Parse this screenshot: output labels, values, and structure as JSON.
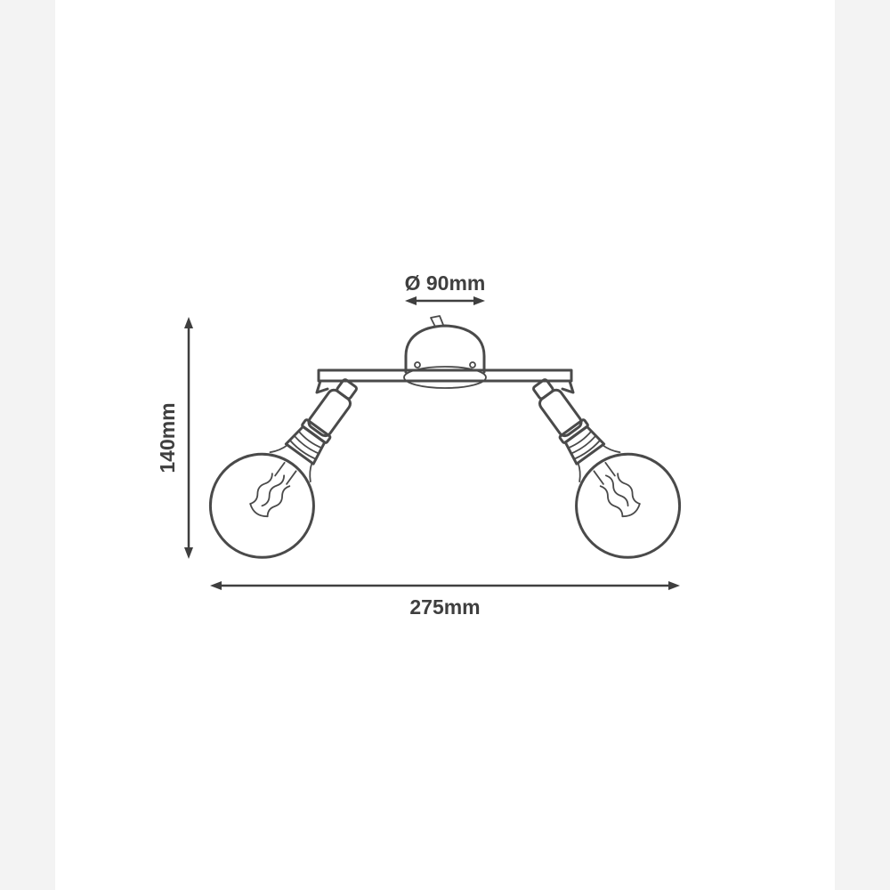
{
  "colors": {
    "page_background": "#f3f3f3",
    "canvas_background": "#ffffff",
    "line": "#4a4a4a",
    "text": "#3f3f3f"
  },
  "diagram": {
    "type": "technical-dimension-drawing",
    "subject": "two-light ceiling spotlight fixture with globe filament bulbs",
    "dimensions": {
      "canopy_diameter": {
        "label": "Ø 90mm",
        "value": 90,
        "unit": "mm"
      },
      "height": {
        "label": "140mm",
        "value": 140,
        "unit": "mm"
      },
      "width": {
        "label": "275mm",
        "value": 275,
        "unit": "mm"
      }
    },
    "components": [
      "ceiling-canopy",
      "mounting-bar",
      "left-spot-arm",
      "right-spot-arm",
      "left-globe-bulb",
      "right-globe-bulb"
    ]
  }
}
